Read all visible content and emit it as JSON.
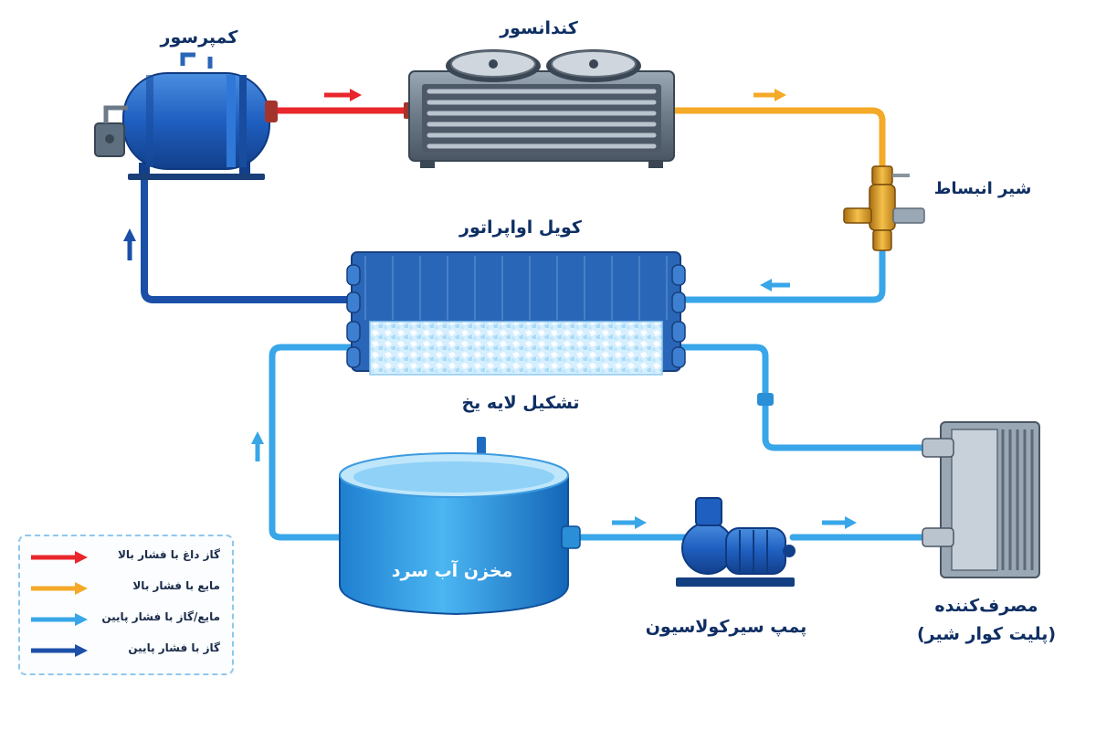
{
  "colors": {
    "hot_gas": "#e8262b",
    "hp_liquid": "#f4a927",
    "lp_mix": "#38a6e8",
    "lp_gas": "#1b4fa8",
    "label_text": "#0f2f63"
  },
  "components": {
    "compressor": "کمپرسور",
    "condenser": "کندانسور",
    "expansion_valve": "شیر انبساط",
    "evaporator_coil": "کویل اواپراتور",
    "ice_layer": "تشکیل لایه یخ",
    "tank": "مخزن آب سرد",
    "pump": "پمپ سیرکولاسیون",
    "consumer_line1": "مصرف‌کننده",
    "consumer_line2": "(پلیت کوار شیر)"
  },
  "legend": [
    {
      "label": "گاز داغ با فشار بالا",
      "color": "#e8262b"
    },
    {
      "label": "مایع با فشار بالا",
      "color": "#f4a927"
    },
    {
      "label": "مایع/گاز با فشار پایین",
      "color": "#38a6e8"
    },
    {
      "label": "گاز با فشار پایین",
      "color": "#1b4fa8"
    }
  ]
}
